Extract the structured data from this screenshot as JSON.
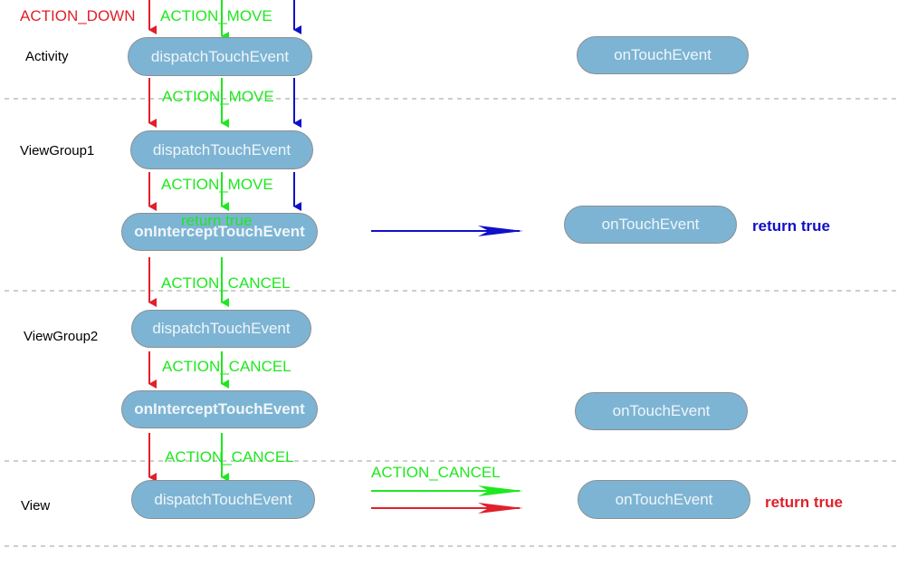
{
  "lanes": {
    "activity": "Activity",
    "viewgroup1": "ViewGroup1",
    "viewgroup2": "ViewGroup2",
    "view": "View"
  },
  "nodes": {
    "activity_dispatch": "dispatchTouchEvent",
    "activity_ontouch": "onTouchEvent",
    "vg1_dispatch": "dispatchTouchEvent",
    "vg1_intercept": "onInterceptTouchEvent",
    "vg1_ontouch": "onTouchEvent",
    "vg2_dispatch": "dispatchTouchEvent",
    "vg2_intercept": "onInterceptTouchEvent",
    "vg2_ontouch": "onTouchEvent",
    "view_dispatch": "dispatchTouchEvent",
    "view_ontouch": "onTouchEvent"
  },
  "labels": {
    "action_down": "ACTION_DOWN",
    "action_move_top": "ACTION_MOVE",
    "action_move_1": "ACTION_MOVE",
    "action_move_2": "ACTION_MOVE",
    "return_true_intercept": "return true",
    "return_true_vg1": "return true",
    "action_cancel_1": "ACTION_CANCEL",
    "action_cancel_2": "ACTION_CANCEL",
    "action_cancel_3": "ACTION_CANCEL",
    "action_cancel_view": "ACTION_CANCEL",
    "return_true_view": "return true"
  },
  "colors": {
    "down": "#e0202a",
    "move": "#1ee81e",
    "blue": "#1010c8",
    "node_fill": "#7eb4d3",
    "divider": "#b0b0b0"
  }
}
